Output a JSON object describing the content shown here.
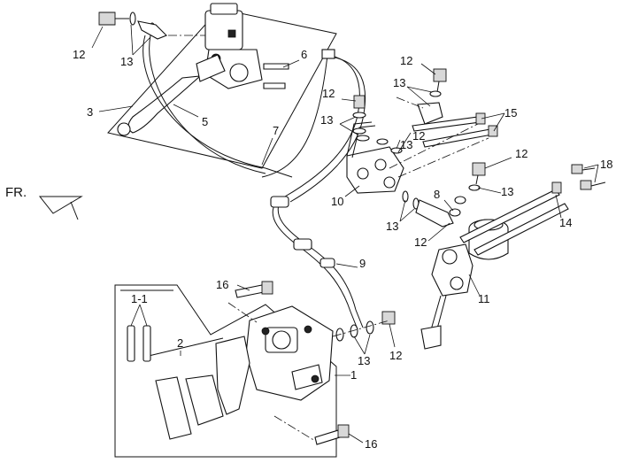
{
  "diagram": {
    "direction_marker": "FR.",
    "callouts": [
      {
        "id": "c12a",
        "text": "12"
      },
      {
        "id": "c13a",
        "text": "13"
      },
      {
        "id": "c3",
        "text": "3"
      },
      {
        "id": "c5",
        "text": "5"
      },
      {
        "id": "c6",
        "text": "6"
      },
      {
        "id": "c7",
        "text": "7"
      },
      {
        "id": "c12b",
        "text": "12"
      },
      {
        "id": "c13b",
        "text": "13"
      },
      {
        "id": "c12c",
        "text": "12"
      },
      {
        "id": "c13c",
        "text": "13"
      },
      {
        "id": "c13d",
        "text": "13"
      },
      {
        "id": "c12d",
        "text": "12"
      },
      {
        "id": "c15",
        "text": "15"
      },
      {
        "id": "c10",
        "text": "10"
      },
      {
        "id": "c12e",
        "text": "12"
      },
      {
        "id": "c18",
        "text": "18"
      },
      {
        "id": "c8",
        "text": "8"
      },
      {
        "id": "c13e",
        "text": "13"
      },
      {
        "id": "c13f",
        "text": "13"
      },
      {
        "id": "c14",
        "text": "14"
      },
      {
        "id": "c12f",
        "text": "12"
      },
      {
        "id": "c9",
        "text": "9"
      },
      {
        "id": "c11",
        "text": "11"
      },
      {
        "id": "c16a",
        "text": "16"
      },
      {
        "id": "c1-1",
        "text": "1-1"
      },
      {
        "id": "c2",
        "text": "2"
      },
      {
        "id": "c13g",
        "text": "13"
      },
      {
        "id": "c12g",
        "text": "12"
      },
      {
        "id": "c1",
        "text": "1"
      },
      {
        "id": "c16b",
        "text": "16"
      }
    ]
  }
}
